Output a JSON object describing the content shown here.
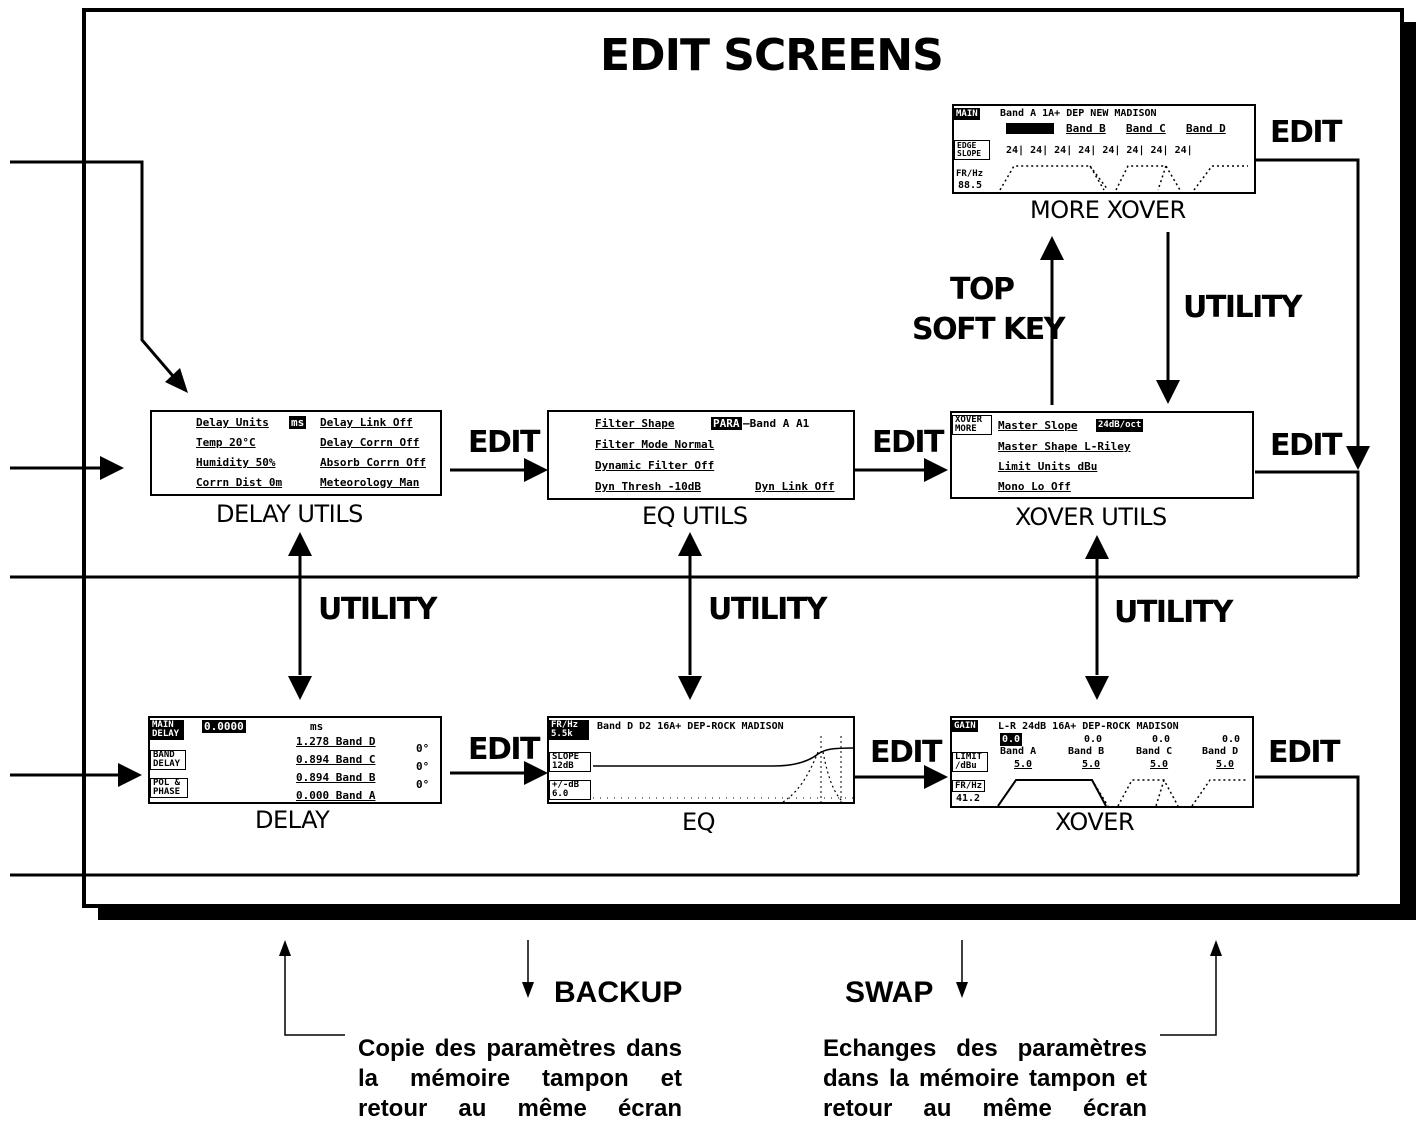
{
  "title": "EDIT SCREENS",
  "keys": {
    "edit": "EDIT",
    "utility": "UTILITY",
    "top_soft_key_line1": "TOP",
    "top_soft_key_line2": "SOFT KEY",
    "backup": "BACKUP",
    "swap": "SWAP"
  },
  "screens": {
    "more_xover": {
      "caption": "MORE XOVER",
      "side_main": "MAIN",
      "side_edge": "EDGE SLOPE",
      "side_fr": "FR/Hz",
      "fr_value": "88.5",
      "header": "Band A         1A+ DEP NEW  MADISON",
      "bands": [
        "Band B",
        "Band C",
        "Band D"
      ],
      "slopes": "24| 24| 24| 24| 24| 24| 24| 24|"
    },
    "delay_utils": {
      "caption": "DELAY UTILS",
      "rows_left": [
        "Delay Units",
        "Temp      20°C",
        "Humidity   50%",
        "Corrn Dist   0m"
      ],
      "units_value": "ms",
      "rows_right": [
        "Delay Link   Off",
        "Delay Corrn  Off",
        "Absorb Corrn Off",
        "Meteorology Man"
      ]
    },
    "eq_utils": {
      "caption": "EQ UTILS",
      "rows": [
        "Filter Shape",
        "Filter Mode   Normal",
        "Dynamic Filter  Off",
        "Dyn Thresh    -10dB"
      ],
      "shape_value": "PARA",
      "band_label": "—Band A A1",
      "dyn_link": "Dyn Link Off"
    },
    "xover_utils": {
      "caption": "XOVER UTILS",
      "side": "XOVER MORE",
      "rows": [
        "Master Slope",
        "Master Shape  L-Riley",
        "Limit Units      dBu",
        "Mono Lo          Off"
      ],
      "slope_value": "24dB/oct"
    },
    "delay": {
      "caption": "DELAY",
      "side_main": "MAIN DELAY",
      "side_band": "BAND DELAY",
      "side_pol": "POL & PHASE",
      "header_value": "0.0000",
      "header_unit": "ms",
      "rows": [
        "1.278 Band D",
        "0.894 Band C",
        "0.894 Band B",
        "0.000 Band A"
      ],
      "phase": "0°"
    },
    "eq": {
      "caption": "EQ",
      "side_fr": "FR/Hz 5.5k",
      "side_slope": "SLOPE 12dB",
      "side_gain": "+/-dB 6.0",
      "header": "Band D D2    16A+ DEP-ROCK MADISON"
    },
    "xover": {
      "caption": "XOVER",
      "side_gain": "GAIN",
      "side_limit": "LIMIT /dBu",
      "side_fr": "FR/Hz",
      "fr_value": "41.2",
      "header": "L-R  24dB   16A+ DEP-ROCK MADISON",
      "gain_value": "0.0",
      "bands": [
        "Band A",
        "Band B",
        "Band C",
        "Band D"
      ],
      "limits": [
        "5.0",
        "5.0",
        "5.0",
        "5.0"
      ]
    }
  },
  "notes": {
    "backup": "Copie des paramètres dans la mémoire tampon et retour au même écran",
    "swap": "Echanges des paramètres dans la mémoire tampon et retour au même écran"
  }
}
